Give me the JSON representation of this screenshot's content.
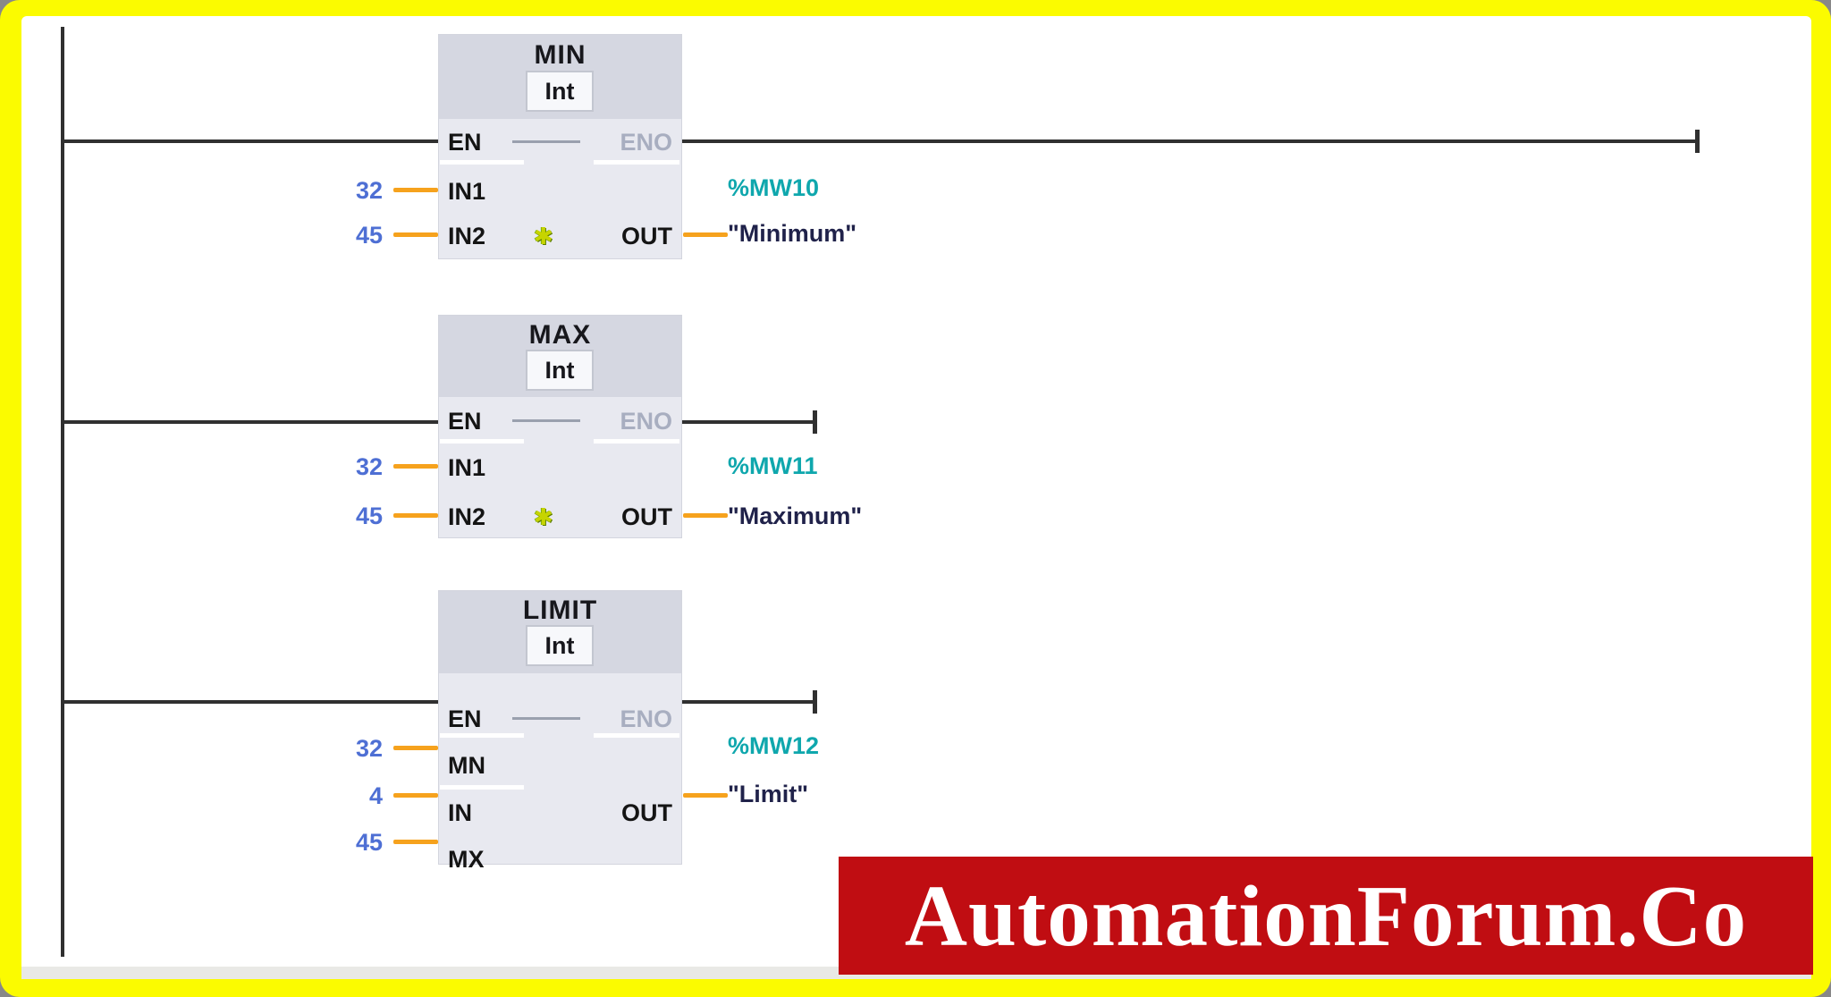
{
  "watermark": {
    "text": "AutomationForum.Co"
  },
  "icons": {
    "add_input_star": "✱"
  },
  "colors": {
    "frame_yellow": "#FBFB00",
    "wire_orange": "#F6A21D",
    "value_blue": "#4E6FD4",
    "address_teal": "#0FA7AD",
    "operand_navy": "#20224A",
    "banner_red": "#C00D12",
    "block_header": "#D5D7E1",
    "block_body": "#E8E9F0"
  },
  "blocks": [
    {
      "title": "MIN",
      "data_type": "Int",
      "en_label": "EN",
      "eno_label": "ENO",
      "out_label": "OUT",
      "inputs": [
        {
          "name": "IN1",
          "value": "32"
        },
        {
          "name": "IN2",
          "value": "45"
        }
      ],
      "output": {
        "address": "%MW10",
        "operand": "\"Minimum\""
      }
    },
    {
      "title": "MAX",
      "data_type": "Int",
      "en_label": "EN",
      "eno_label": "ENO",
      "out_label": "OUT",
      "inputs": [
        {
          "name": "IN1",
          "value": "32"
        },
        {
          "name": "IN2",
          "value": "45"
        }
      ],
      "output": {
        "address": "%MW11",
        "operand": "\"Maximum\""
      }
    },
    {
      "title": "LIMIT",
      "data_type": "Int",
      "en_label": "EN",
      "eno_label": "ENO",
      "out_label": "OUT",
      "inputs": [
        {
          "name": "MN",
          "value": "32"
        },
        {
          "name": "IN",
          "value": "4"
        },
        {
          "name": "MX",
          "value": "45"
        }
      ],
      "output": {
        "address": "%MW12",
        "operand": "\"Limit\""
      }
    }
  ]
}
